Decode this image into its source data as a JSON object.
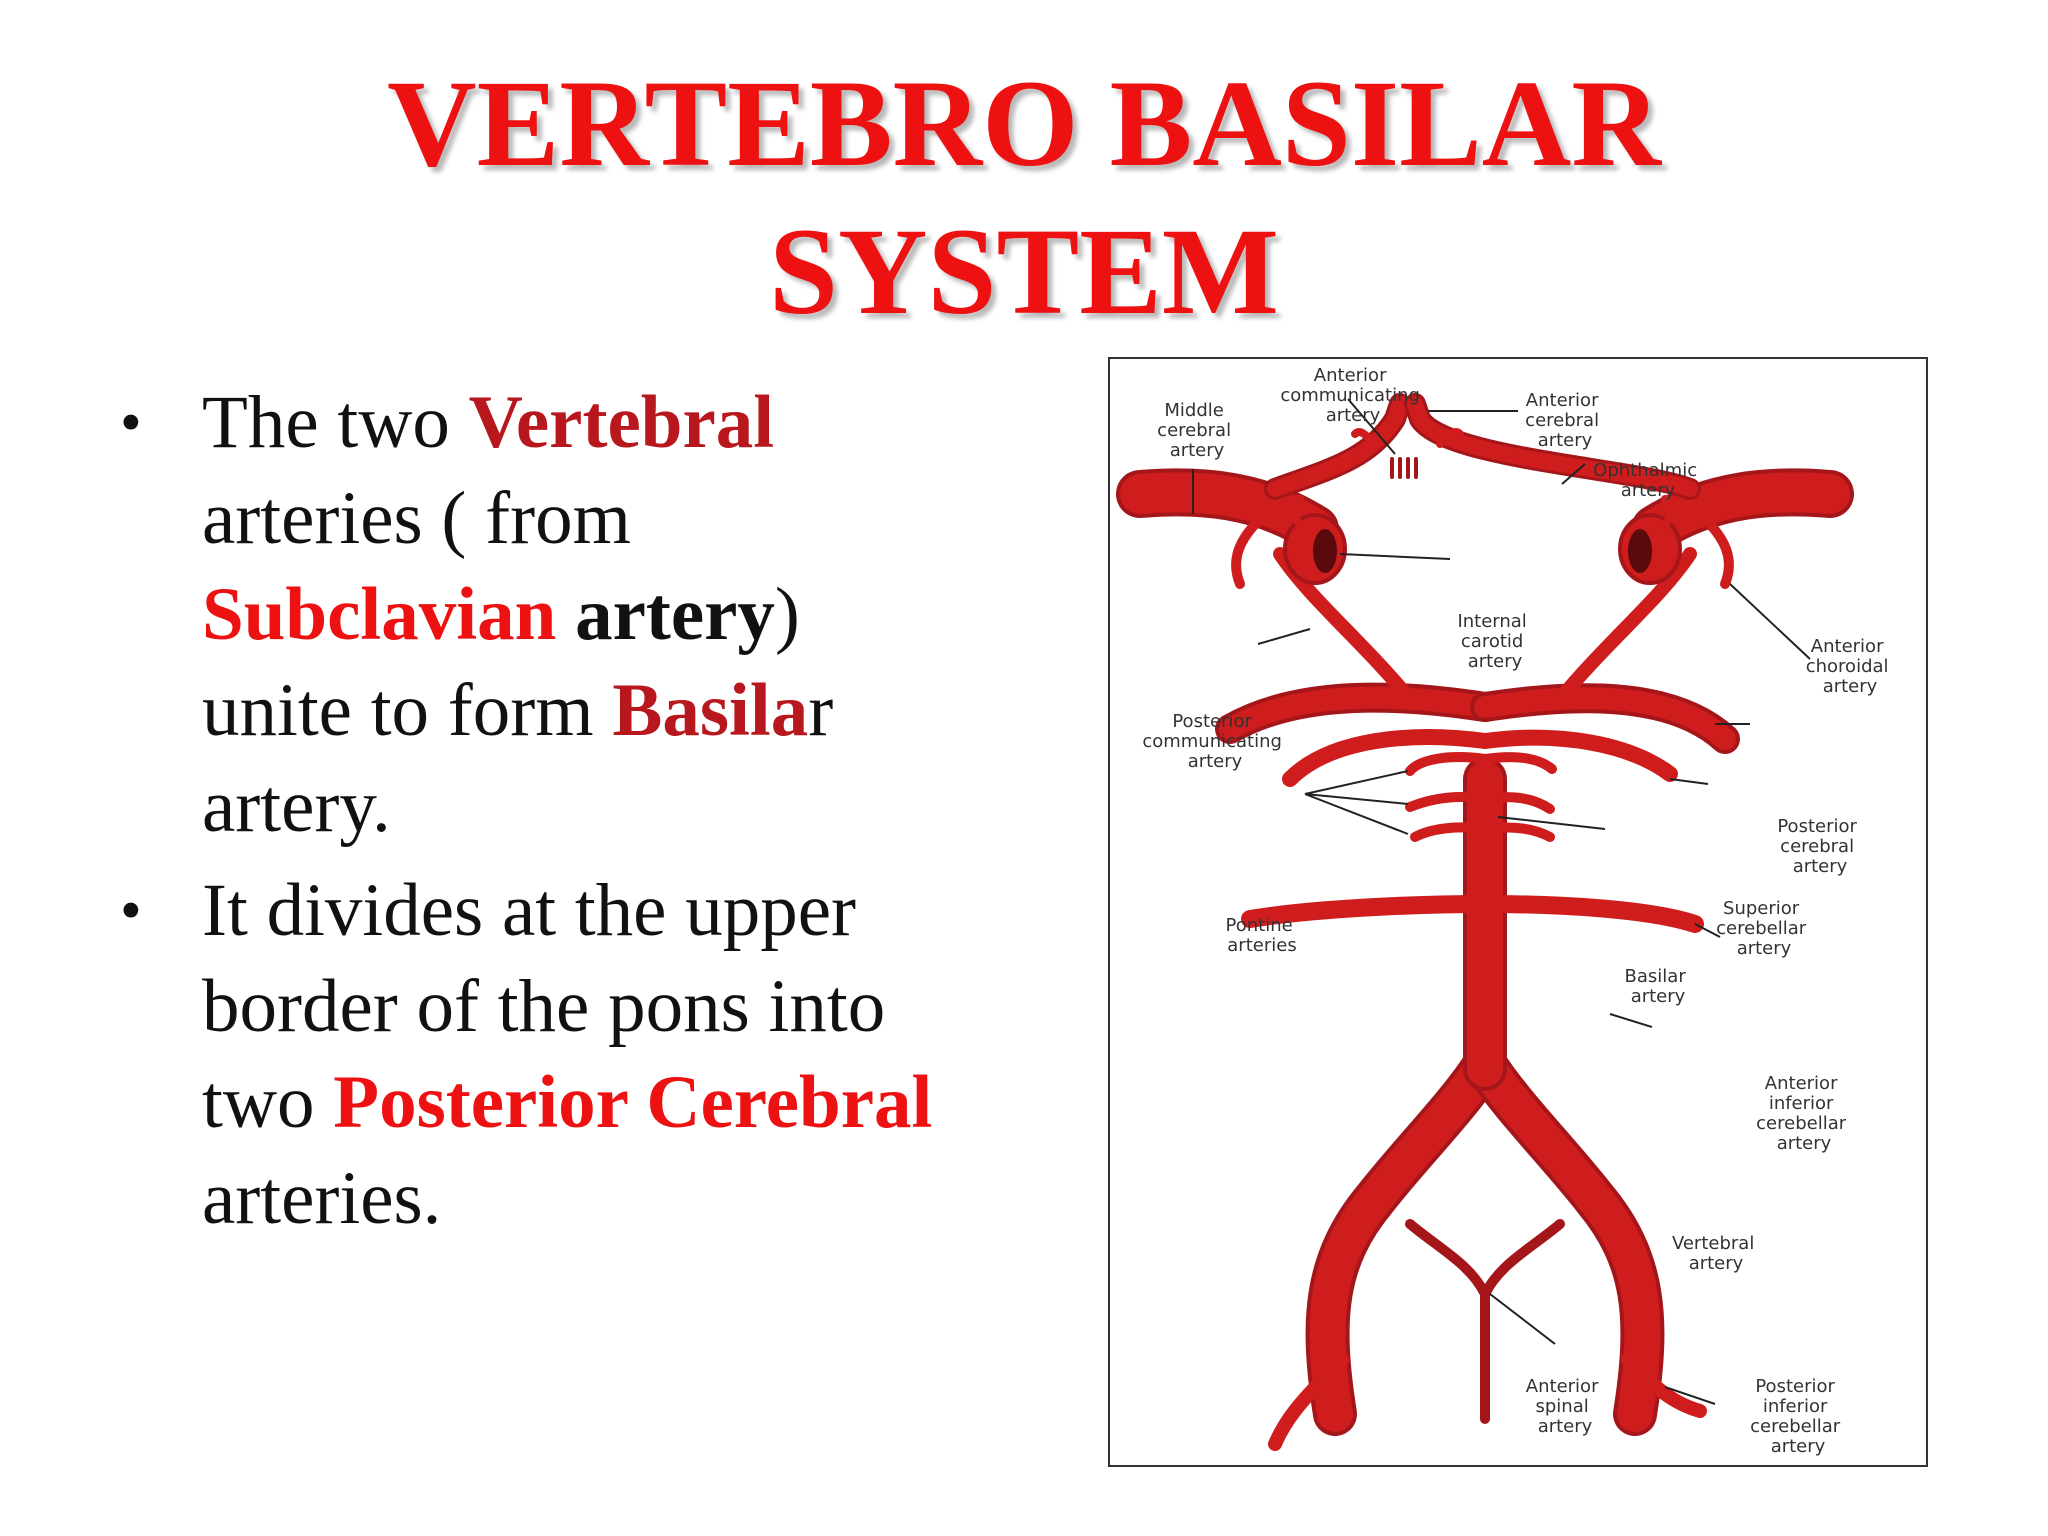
{
  "title": {
    "line1": "VERTEBRO BASILAR",
    "line2": "SYSTEM"
  },
  "bullets": [
    {
      "seg1": "The two ",
      "seg2": "Vertebral",
      "seg3": "arteries ( from",
      "seg4": "Subclavian",
      "seg5": " artery",
      "seg6": ")",
      "seg7": "unite to form ",
      "seg8": "Basila",
      "seg9": "r",
      "seg10": "artery."
    },
    {
      "seg1": "It divides at the upper",
      "seg2": "border of the pons into",
      "seg3": "two ",
      "seg4": "Posterior Cerebral",
      "seg5": "arteries."
    }
  ],
  "diagram": {
    "labels": {
      "acom": [
        "Anterior",
        "communicating",
        "artery"
      ],
      "mca": [
        "Middle",
        "cerebral",
        "artery"
      ],
      "aca": [
        "Anterior",
        "cerebral",
        "artery"
      ],
      "ophth": [
        "Ophthalmic",
        "artery"
      ],
      "ica": [
        "Internal",
        "carotid",
        "artery"
      ],
      "achor": [
        "Anterior",
        "choroidal",
        "artery"
      ],
      "pcom": [
        "Posterior",
        "communicating",
        "artery"
      ],
      "pca": [
        "Posterior",
        "cerebral",
        "artery"
      ],
      "sca": [
        "Superior",
        "cerebellar",
        "artery"
      ],
      "pont": [
        "Pontine",
        "arteries"
      ],
      "basilar": [
        "Basilar",
        "artery"
      ],
      "aica": [
        "Anterior",
        "inferior",
        "cerebellar",
        "artery"
      ],
      "vert": [
        "Vertebral",
        "artery"
      ],
      "asp": [
        "Anterior",
        "spinal",
        "artery"
      ],
      "pica": [
        "Posterior",
        "inferior",
        "cerebellar",
        "artery"
      ]
    }
  },
  "colors": {
    "title": "#ee1111",
    "dark_red": "#b8171d",
    "artery": "#cf1d1d",
    "artery_dark": "#a5161a"
  }
}
